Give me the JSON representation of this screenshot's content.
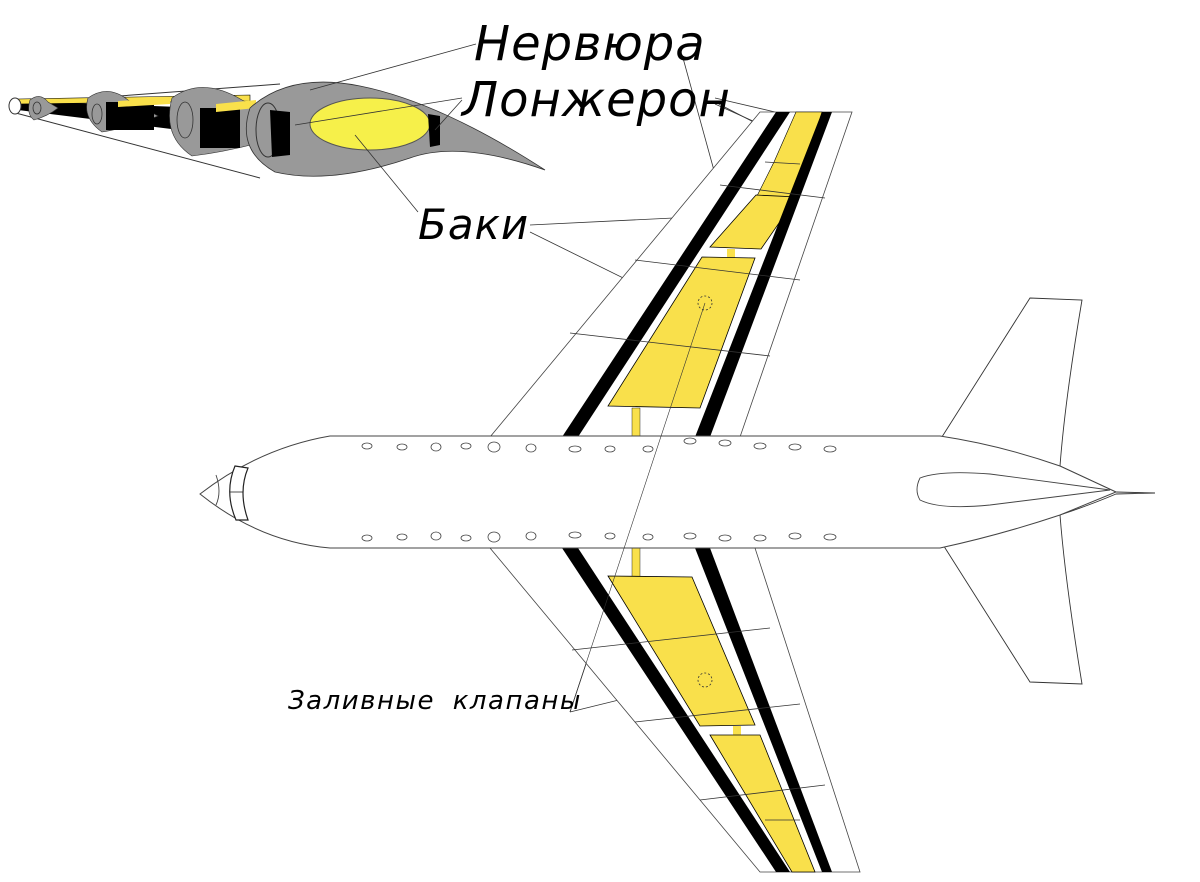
{
  "diagram": {
    "title": "Wing fuel tank structure (top view of airliner with wing cross-section)",
    "labels": {
      "rib": "Нервюра",
      "spar": "Лонжерон",
      "tanks": "Баки",
      "filler_valves": "Заливные клапаны"
    },
    "components": [
      {
        "id": "cross-section",
        "description": "3D cut-away of wing with ribs, spars and tank"
      },
      {
        "id": "fuselage",
        "description": "Aircraft fuselage top view with windows"
      },
      {
        "id": "upper-wing",
        "description": "Swept wing with two spars and yellow tanks"
      },
      {
        "id": "lower-wing",
        "description": "Swept wing with two spars and yellow tanks"
      },
      {
        "id": "tail",
        "description": "Horizontal stabilizers"
      }
    ],
    "colors": {
      "tank_fill": "#f9e04b",
      "spar": "#000000",
      "rib_fill": "#999999",
      "outline": "#555555",
      "background": "#ffffff"
    }
  }
}
